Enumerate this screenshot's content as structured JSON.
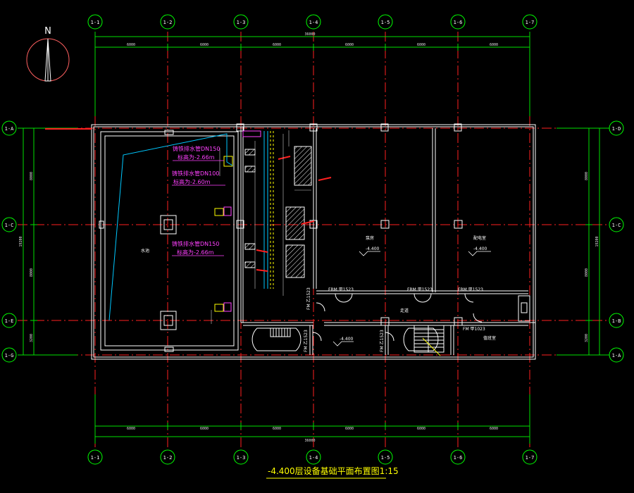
{
  "grid": {
    "cols": [
      "1-1",
      "1-2",
      "1-3",
      "1-4",
      "1-5",
      "1-6",
      "1-7"
    ],
    "rows_left": [
      "1-A",
      "1-C",
      "1-E",
      "1-G"
    ],
    "rows_right": [
      "1-D",
      "1-C",
      "1-B",
      "1-A"
    ]
  },
  "dims": {
    "top_total": "36000",
    "top_spans": [
      "6000",
      "6000",
      "6000",
      "6000",
      "6000",
      "6000"
    ],
    "bottom_total": "36000",
    "bottom_spans": [
      "6000",
      "6000",
      "6000",
      "6000",
      "6000",
      "6000"
    ],
    "left_total": "19200",
    "right_total": "19200",
    "side_spans": [
      "8000",
      "8000",
      "3200"
    ]
  },
  "north": {
    "label": "N"
  },
  "pipes": [
    {
      "line1": "铸铁排水管DN150",
      "line2": "标高为-2.66m"
    },
    {
      "line1": "铸铁排水管DN100",
      "line2": "标高为-2.60m"
    },
    {
      "line1": "铸铁排水管DN150",
      "line2": "标高为-2.66m"
    }
  ],
  "rooms": {
    "pool": "水池",
    "room_a": "泵房",
    "room_b": "配电室",
    "corridor": "走道",
    "office": "值班室",
    "level_a": "-4.400",
    "level_b": "-4.400",
    "level_c": "-4.400"
  },
  "doors": [
    "FRM 甲1523",
    "FRM 甲1523",
    "FRM 甲1523",
    "FM 甲1023",
    "FM 乙1523",
    "FM 乙1523",
    "FM 乙1523"
  ],
  "drawing_title": "-4.400层设备基础平面布置图1:15",
  "colors": {
    "axis_line": "#ff2020",
    "grid_bubble": "#00ff00",
    "dimension": "#00e000",
    "wall": "#ffffff",
    "pipe": "#00c8ff",
    "pipe_label": "#ff40ff",
    "title": "#ffff00"
  }
}
